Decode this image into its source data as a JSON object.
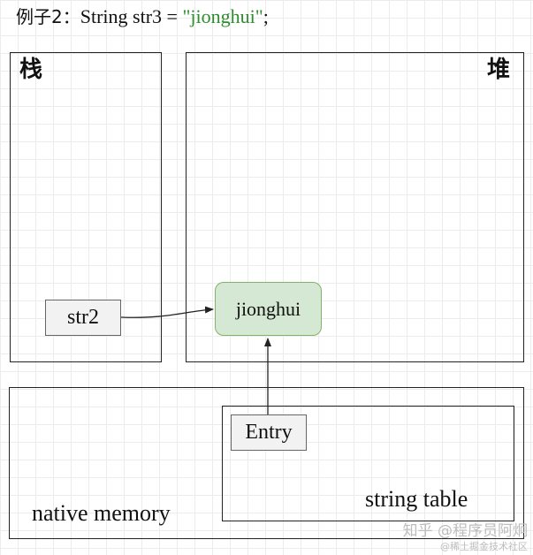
{
  "title": {
    "prefix": "例子2：",
    "code_before": "String str3 = ",
    "code_string": "\"jionghui\"",
    "code_after": ";"
  },
  "regions": {
    "stack_label": "栈",
    "heap_label": "堆",
    "native_label": "native memory",
    "string_table_label": "string table"
  },
  "nodes": {
    "str2": "str2",
    "jionghui": "jionghui",
    "entry": "Entry"
  },
  "colors": {
    "string_literal": "#2e8b2e",
    "object_fill": "#d5e8d4",
    "object_border": "#82b366",
    "variable_fill": "#f2f2f2"
  },
  "watermark": {
    "line1": "知乎 @程序员阿炯",
    "line2": "@稀土掘金技术社区"
  }
}
